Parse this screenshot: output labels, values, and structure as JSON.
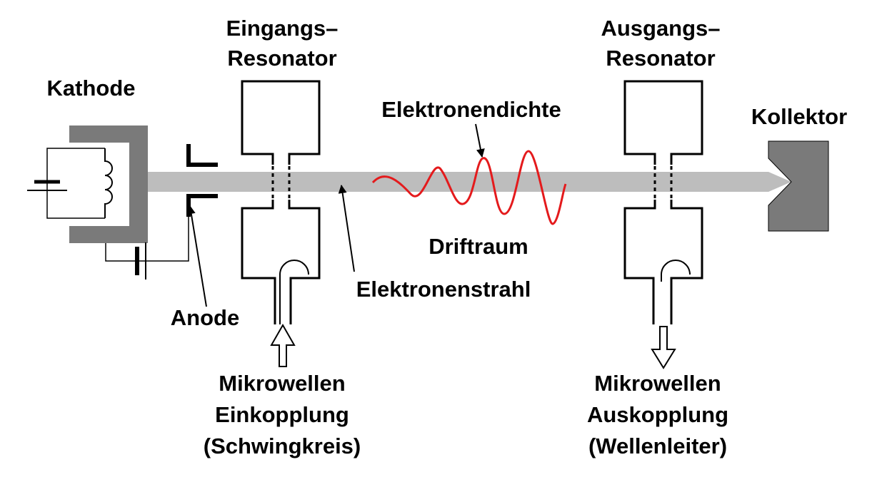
{
  "labels": {
    "kathode": "Kathode",
    "eingang_1": "Eingangs–",
    "eingang_2": "Resonator",
    "ausgang_1": "Ausgangs–",
    "ausgang_2": "Resonator",
    "elektronendichte": "Elektronendichte",
    "kollektor": "Kollektor",
    "driftraum": "Driftraum",
    "elektronenstrahl": "Elektronenstrahl",
    "anode": "Anode",
    "ein_1": "Mikrowellen",
    "ein_2": "Einkopplung",
    "ein_3": "(Schwingkreis)",
    "aus_1": "Mikrowellen",
    "aus_2": "Auskopplung",
    "aus_3": "(Wellenleiter)"
  },
  "colors": {
    "beam": "#bdbdbd",
    "metal": "#7a7a7a",
    "wave": "#e41a1c",
    "line": "#000000"
  },
  "icons": {
    "battery": "battery-icon",
    "heater": "heater-coil-icon"
  }
}
